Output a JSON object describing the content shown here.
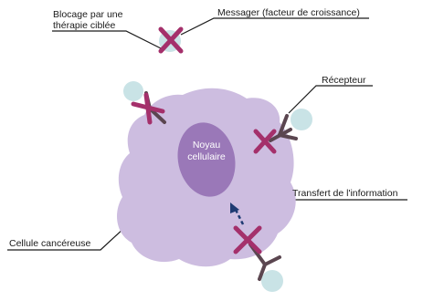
{
  "labels": {
    "blocage_line1": "Blocage par une",
    "blocage_line2": "thérapie ciblée",
    "messager": "Messager (facteur de croissance)",
    "recepteur": "Récepteur",
    "noyau_line1": "Noyau",
    "noyau_line2": "cellulaire",
    "transfert": "Transfert de l'information",
    "cellule": "Cellule cancéreuse"
  },
  "colors": {
    "cell_fill": "#cdbde0",
    "nucleus_fill": "#9a78b8",
    "messenger_fill": "#c9e3e6",
    "blocker_x": "#a4306b",
    "receptor_stem": "#5b4650",
    "arrow": "#1f3b73",
    "leader_line": "#1a1a1a"
  }
}
